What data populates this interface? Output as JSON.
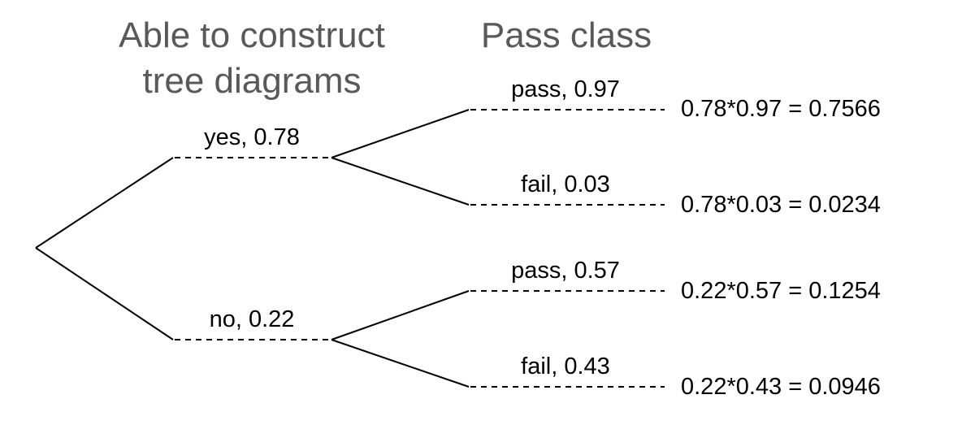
{
  "headers": {
    "first_line1": "Able to construct",
    "first_line2": "tree diagrams",
    "second": "Pass class"
  },
  "branches": {
    "yes": {
      "label": "yes,  0.78",
      "pass": {
        "label": "pass,  0.97",
        "result": "0.78*0.97 = 0.7566"
      },
      "fail": {
        "label": "fail,  0.03",
        "result": "0.78*0.03 = 0.0234"
      }
    },
    "no": {
      "label": "no,  0.22",
      "pass": {
        "label": "pass,  0.57",
        "result": "0.22*0.57 = 0.1254"
      },
      "fail": {
        "label": "fail,  0.43",
        "result": "0.22*0.43 = 0.0946"
      }
    }
  }
}
